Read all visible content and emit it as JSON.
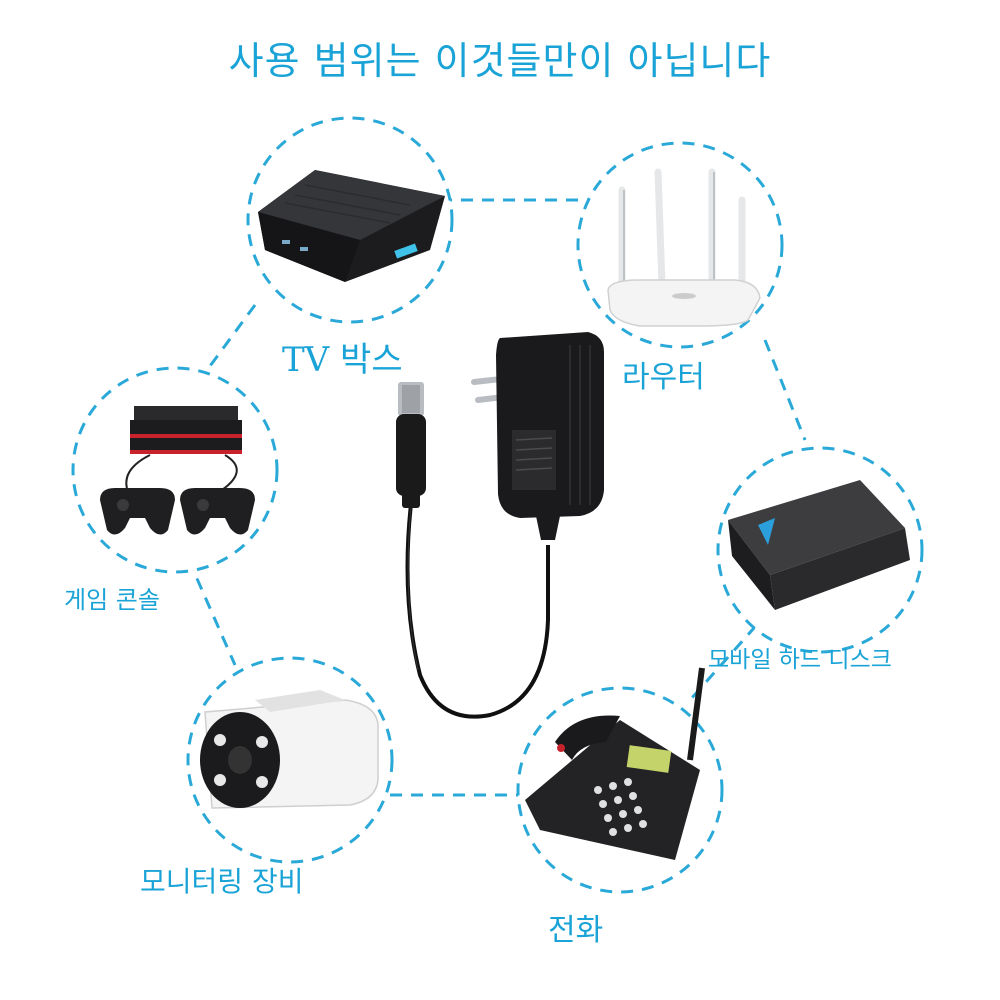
{
  "title": "사용 범위는 이것들만이 아닙니다",
  "colors": {
    "accent": "#1aa3d6",
    "device_dark": "#1e1e20",
    "device_light": "#f2f3f4"
  },
  "devices": [
    {
      "label": "TV 박스",
      "icon": "tv-box-icon"
    },
    {
      "label": "라우터",
      "icon": "router-icon"
    },
    {
      "label": "게임 콘솔",
      "icon": "game-console-icon"
    },
    {
      "label": "모바일 하드 디스크",
      "icon": "hard-disk-icon"
    },
    {
      "label": "모니터링 장비",
      "icon": "camera-icon"
    },
    {
      "label": "전화",
      "icon": "phone-icon"
    }
  ]
}
